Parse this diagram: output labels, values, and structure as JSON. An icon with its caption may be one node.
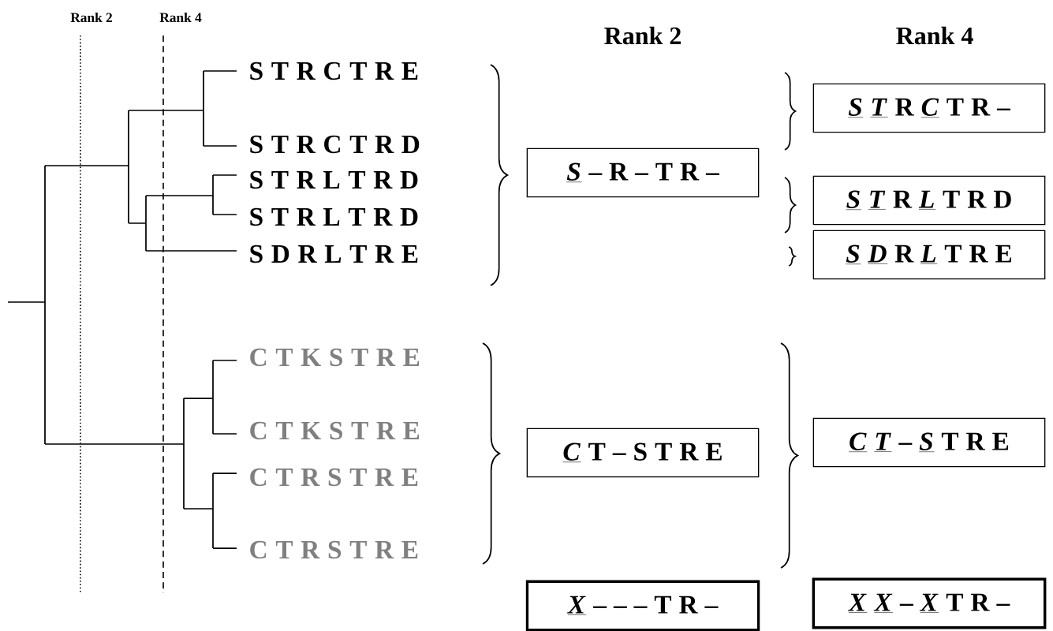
{
  "diagram": {
    "nodes": [
      {
        "text": [
          "S T R C T R E"
        ]
      },
      {
        "text": [
          "S T R C T R D"
        ]
      },
      {
        "text": [
          "S T R L T R D"
        ]
      },
      {
        "text": [
          "S T R L T R D"
        ]
      },
      {
        "text": [
          "S D R L T R E"
        ]
      },
      {
        "text": [
          "C T K S T R E"
        ]
      },
      {
        "text": [
          "C T K S T R E"
        ]
      },
      {
        "text": [
          "C T R S T R E"
        ]
      },
      {
        "text": [
          "C T R S T R E"
        ]
      },
      {
        "text": [
          "*S* – R – T R –"
        ]
      },
      {
        "text": [
          "*C* T – S T R E"
        ]
      },
      {
        "text": [
          "*X* – – – T R –"
        ]
      },
      {
        "text": [
          "*S* *T* R *C* T R –"
        ]
      },
      {
        "text": [
          "*S* *T* R *L* T R D"
        ]
      },
      {
        "text": [
          "*S* *D* R *L* T R E"
        ]
      },
      {
        "text": [
          "*C* *T* – *S* T R E"
        ]
      },
      {
        "text": [
          "*X* *X* – *X* T R –"
        ]
      }
    ],
    "labels": [
      "Rank 2",
      "Rank 4",
      "Rank 2",
      "Rank 4"
    ]
  }
}
